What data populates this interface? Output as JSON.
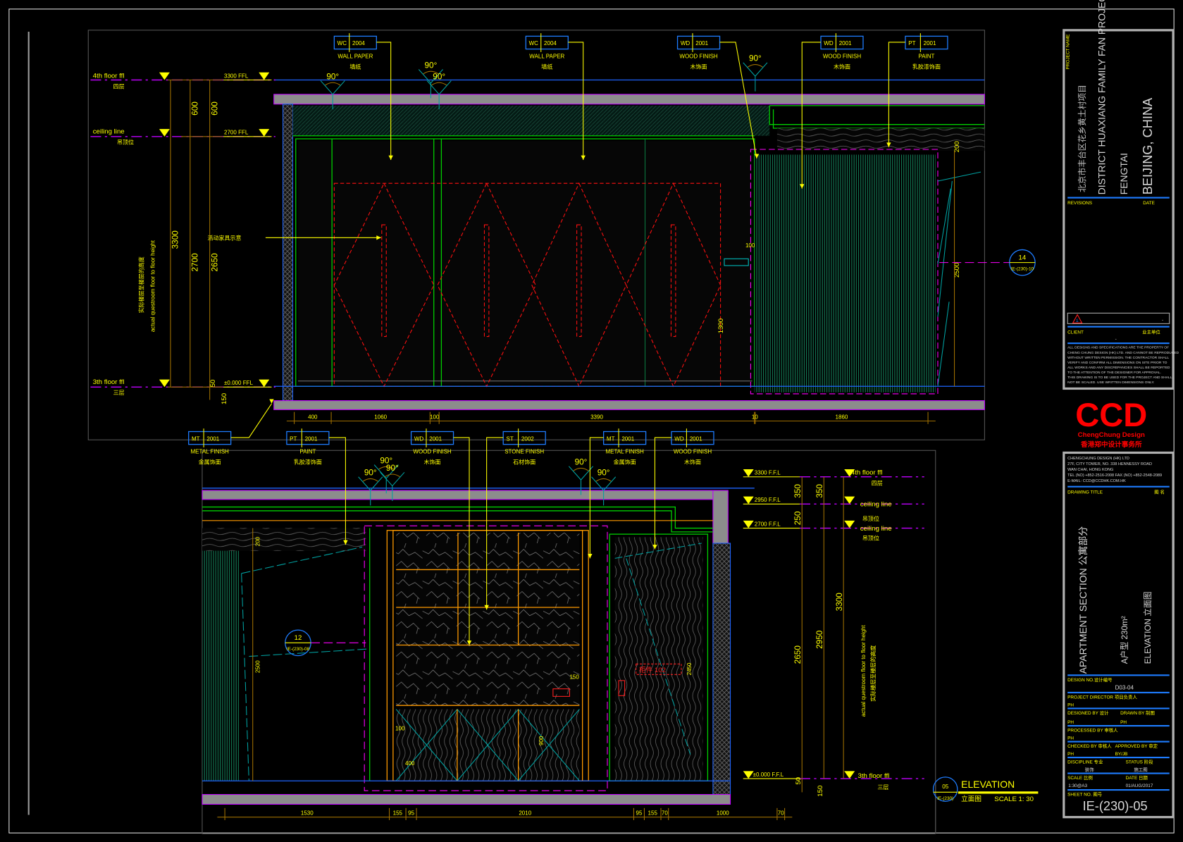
{
  "upper_elevation": {
    "tags": [
      {
        "code": "WC",
        "num": "2004",
        "en": "WALL PAPER",
        "cn": "墙纸"
      },
      {
        "code": "WC",
        "num": "2004",
        "en": "WALL PAPER",
        "cn": "墙纸"
      },
      {
        "code": "WD",
        "num": "2001",
        "en": "WOOD FINISH",
        "cn": "木饰面"
      },
      {
        "code": "WD",
        "num": "2001",
        "en": "WOOD FINISH",
        "cn": "木饰面"
      },
      {
        "code": "PT",
        "num": "2001",
        "en": "PAINT",
        "cn": "乳胶漆饰面"
      }
    ],
    "levels": [
      {
        "name": "4th floor ffl",
        "cn": "四层",
        "elev": "3300 FFL"
      },
      {
        "name": "ceiling line",
        "cn": "吊顶位",
        "elev": "2700 FFL"
      },
      {
        "name": "3th floor ffl",
        "cn": "三层",
        "elev": "±0.000 FFL"
      }
    ],
    "vertical_dims": {
      "total": "3300",
      "ceiling": "2700",
      "panel": "2650",
      "top_a": "600",
      "top_b": "600",
      "base": "50",
      "slab": "150"
    },
    "height_note_en": "actual questroom floor to floor height",
    "height_note_cn": "实际楼层至楼层的高度",
    "furniture_note": "活动家具示意",
    "angles": [
      "90°",
      "90°",
      "90°",
      "90°"
    ],
    "horizontal_dims": [
      "400",
      "1060",
      "100",
      "3390",
      "10",
      "1860"
    ],
    "inner_dims": {
      "gap": "100",
      "height": "1300",
      "top": "200",
      "right": "2500"
    },
    "section_marker": {
      "num": "14",
      "ref": "IE-(230)-10"
    }
  },
  "lower_elevation": {
    "tags": [
      {
        "code": "MT",
        "num": "2001",
        "en": "METAL FINISH",
        "cn": "金属饰面"
      },
      {
        "code": "PT",
        "num": "2001",
        "en": "PAINT",
        "cn": "乳胶漆饰面"
      },
      {
        "code": "WD",
        "num": "2001",
        "en": "WOOD FINISH",
        "cn": "木饰面"
      },
      {
        "code": "ST",
        "num": "2002",
        "en": "STONE FINISH",
        "cn": "石材饰面"
      },
      {
        "code": "MT",
        "num": "2001",
        "en": "METAL FINISH",
        "cn": "金属饰面"
      },
      {
        "code": "WD",
        "num": "2001",
        "en": "WOOD FINISH",
        "cn": "木饰面"
      }
    ],
    "levels": [
      {
        "name": "4th floor ffl",
        "cn": "四层",
        "elev": "3300 F.F.L"
      },
      {
        "name": "ceiling line",
        "cn": "吊顶位",
        "elev": "2950 F.F.L"
      },
      {
        "name": "ceiling line",
        "cn": "吊顶位",
        "elev": "2700 F.F.L"
      },
      {
        "name": "3th floor ffl",
        "cn": "三层",
        "elev": "±0.000 F.F.L"
      }
    ],
    "vertical_dims": {
      "a": "350",
      "b": "350",
      "c": "250",
      "d": "2650",
      "e": "2950",
      "f": "3300",
      "g": "50",
      "h": "150"
    },
    "height_note_en": "actual questroom floor to floor height",
    "height_note_cn": "实际楼层至楼层的高度",
    "angles": [
      "90°",
      "90°",
      "90°",
      "90°",
      "90°"
    ],
    "horizontal_dims": [
      "1530",
      "155",
      "95",
      "2010",
      "95",
      "155",
      "70",
      "1000",
      "70"
    ],
    "inner_dims": {
      "top": "200",
      "left": "2500",
      "shelf": "150",
      "drawer": "100",
      "base": "400",
      "door": "900",
      "right": "2450"
    },
    "cabinet_ref": "柜件 102",
    "section_marker": {
      "num": "12",
      "ref": "IE-(230)-08"
    }
  },
  "elevation_label": {
    "marker_num": "05",
    "marker_ref": "IE-(230)",
    "title": "ELEVATION",
    "title_cn": "立面图",
    "scale": "SCALE 1:  30"
  },
  "logo": {
    "text": "CCD",
    "sub": "ChengChung Design",
    "cn": "香港郑中设计事务所",
    "color": "#ff0000"
  },
  "title_block": {
    "project_name_label": "PROJECT NAME",
    "project_cn": "北京市丰台区花乡黄土村项目",
    "project_en": "DISTRICT HUAXIANG FAMILY FAN PROJECT",
    "project_city": "FENGTAI",
    "project_country": "BEIJING, CHINA",
    "revisions_label": "REVISIONS",
    "date_label": "DATE",
    "revision_num": "1",
    "revision_dash": "-",
    "client_label": "CLIENT",
    "client_cn": "业主单位",
    "client_value": "-",
    "disclaimer": [
      "ALL DESIGNS AND SPECIFICATIONS ARE THE PROPERTY OF",
      "CHENG CHUNG DESIGN (HK) LTD. AND CANNOT BE REPRODUCED",
      "WITHOUT WRITTEN PERMISSION. THE CONTRACTOR SHALL",
      "VERIFY AND CONFIRM ALL DIMENSIONS ON SITE PRIOR TO",
      "ALL WORKS AND ANY DISCREPANCIES SHALL BE REPORTED",
      "TO THE ATTENTION OF THE DESIGNER FOR APPROVAL.",
      "THIS DRAWING IS TO BE USED FOR THE PROJECT AND SHALL",
      "NOT BE SCALED. USE WRITTEN DIMENSIONS ONLY."
    ],
    "company": [
      "CHENGCHUNG DESIGN (HK) LTD",
      "27F, CITY TOWER, NO. 338 HENNESSY ROAD",
      "WAN CHAI, HONG KONG",
      "TEL (NO) +852-2516-2008      FAX (NO) +852-2548-2089",
      "E-MAIL: CCD@CCDHK.COM.HK"
    ],
    "drawing_title_label": "DRAWING TITLE",
    "drawing_title_cn": "图 名",
    "drawing_title_1": "APARTMENT  SECTION   公寓部分",
    "drawing_title_2": "A户型 230m²",
    "drawing_title_3": "ELEVATION  立面图",
    "design_no_label": "DESIGN NO.设计编号",
    "design_no": "D03-04",
    "project_director_label": "PROJECT DIRECTOR  项目负责人",
    "project_director": "PH",
    "designed_by_label": "DESIGNED BY  设计",
    "designed_by": "PH",
    "drawn_by_label": "DRAWN BY  制图",
    "drawn_by": "PH",
    "processed_by_label": "PROCESSED BY  审核人",
    "processed_by": "PH",
    "checked_by_label": "CHECKED BY 审核人",
    "checked_by": "PH",
    "approved_by_label": "APPROVED BY 审定",
    "approved_by": "BY/JB",
    "discipline_label": "DISCIPLINE  专业",
    "discipline": "装饰",
    "status_label": "STATUS  阶段",
    "status": "施工图",
    "scale_label": "SCALE  比例",
    "scale": "1:30@A3",
    "date_label2": "DATE  日期",
    "date": "01/AUG/2017",
    "sheet_no_label": "SHEET NO.  图号",
    "sheet_no": "IE-(230)-05"
  }
}
